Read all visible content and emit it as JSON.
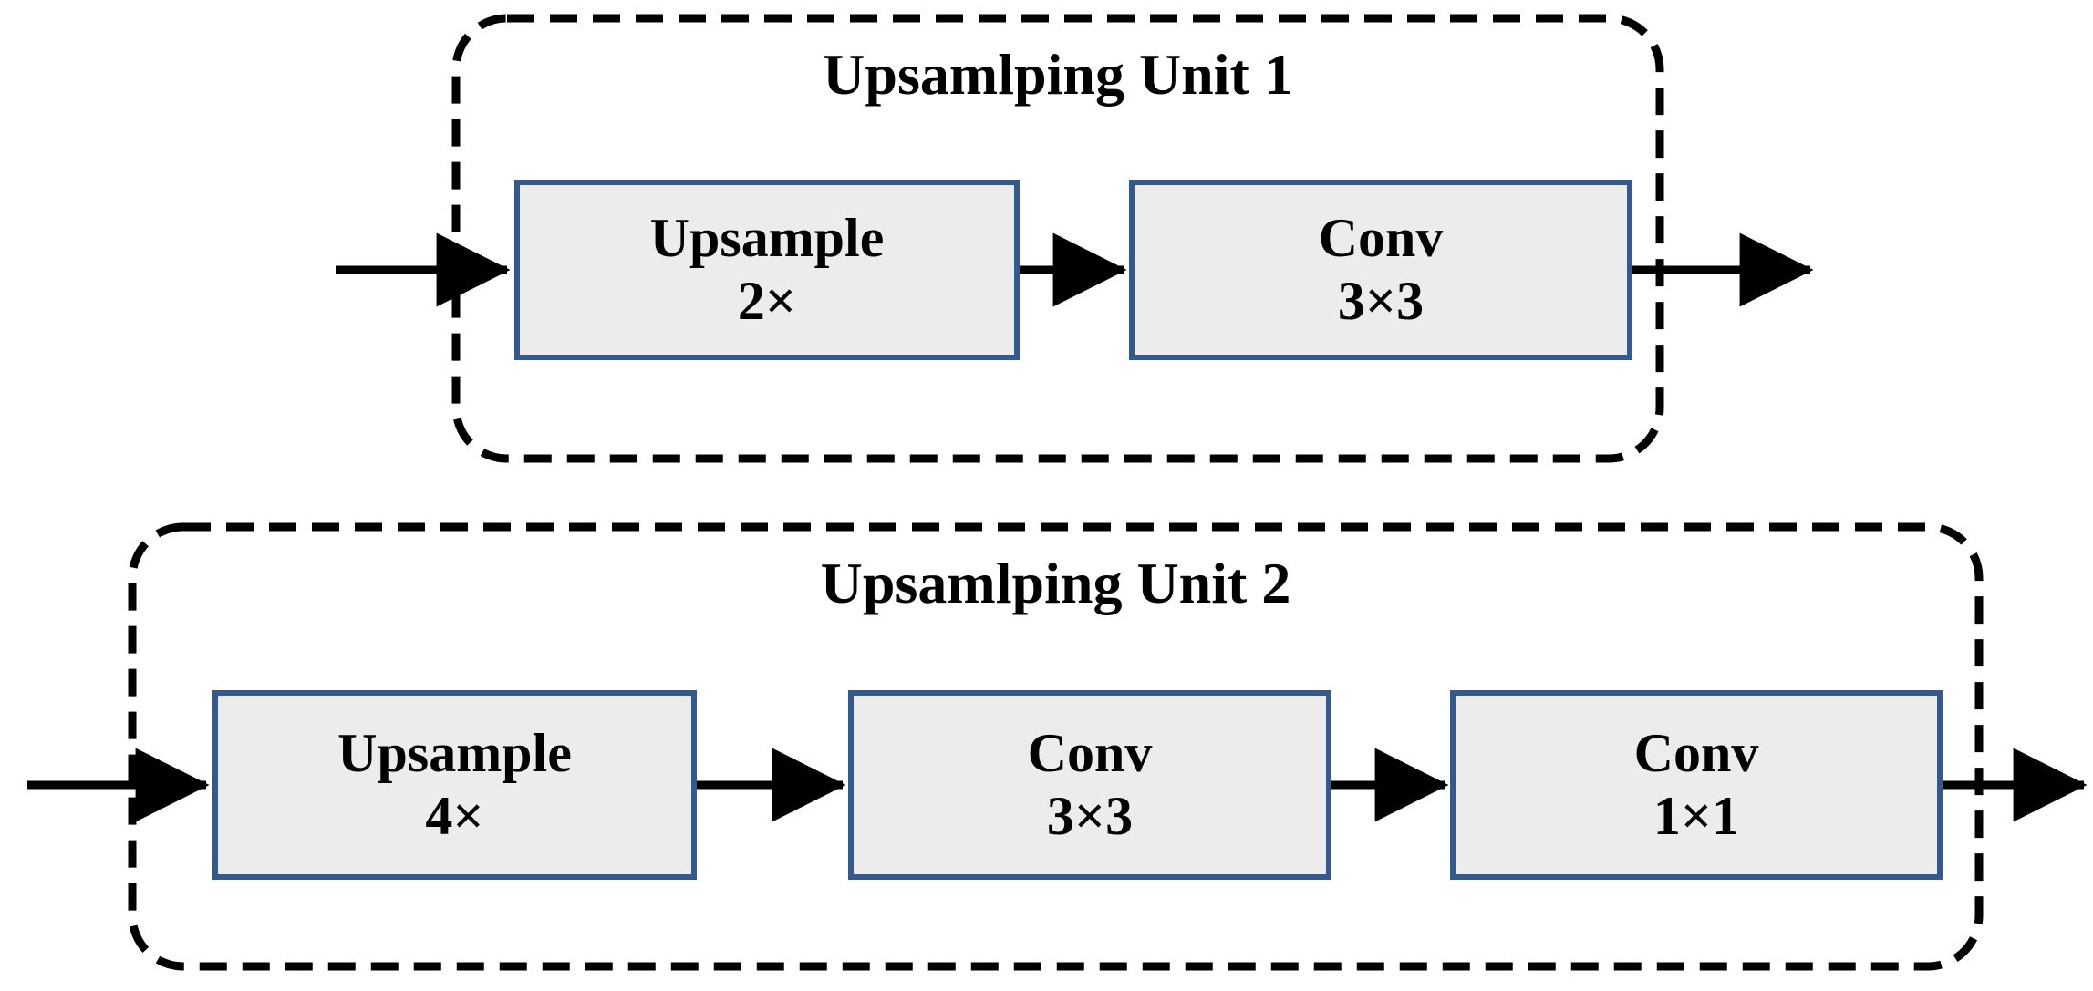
{
  "diagram": {
    "background_color": "#ffffff",
    "box_fill_color": "#ececec",
    "box_border_color": "#34598f",
    "dashed_border_color": "#000000",
    "arrow_color": "#000000",
    "units": [
      {
        "id": "upsampling-unit-1",
        "title": "Upsamlping Unit 1",
        "boxes": [
          {
            "id": "upsample-2x",
            "line1": "Upsample",
            "line2": "2×"
          },
          {
            "id": "conv-3x3",
            "line1": "Conv",
            "line2": "3×3"
          }
        ]
      },
      {
        "id": "upsampling-unit-2",
        "title": "Upsamlping Unit 2",
        "boxes": [
          {
            "id": "upsample-4x",
            "line1": "Upsample",
            "line2": "4×"
          },
          {
            "id": "conv-3x3",
            "line1": "Conv",
            "line2": "3×3"
          },
          {
            "id": "conv-1x1",
            "line1": "Conv",
            "line2": "1×1"
          }
        ]
      }
    ]
  }
}
